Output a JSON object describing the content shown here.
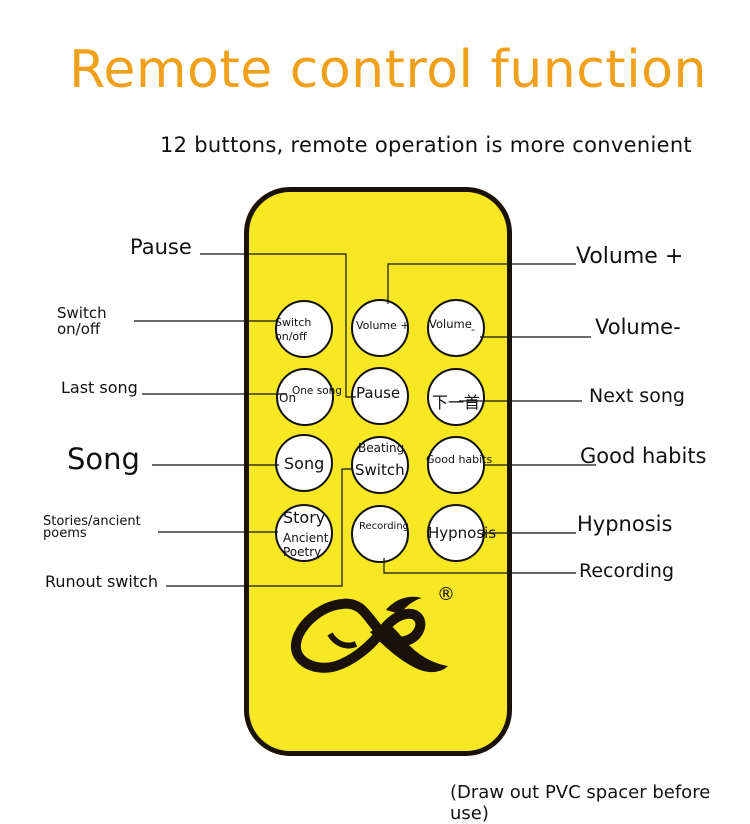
{
  "title": "Remote control function",
  "subtitle": "12 buttons, remote operation is more convenient",
  "footnote": "(Draw out PVC spacer before use)",
  "buttons": {
    "switch_line1": "Switch",
    "switch_line2": "on/off",
    "volume_plus": "Volume +",
    "volume_minus": "Volume",
    "volume_minus_sign": "-",
    "one_song_prefix": "On",
    "one_song": "One song",
    "pause": "Pause",
    "next": "下一首",
    "song": "Song",
    "beating": "Beating",
    "switch": "Switch",
    "good_habits": "Good habits",
    "story": "Story",
    "ancient": "Ancient",
    "poetry": "Poetry",
    "recording": "Recording",
    "hypnosis": "Hypnosis"
  },
  "callouts": {
    "pause": "Pause",
    "volume_plus": "Volume +",
    "switch_line1": "Switch",
    "switch_line2": "on/off",
    "volume_minus": "Volume-",
    "last_song": "Last song",
    "next_song": "Next song",
    "song": "Song",
    "good_habits": "Good habits",
    "stories_line1": "Stories/ancient",
    "stories_line2": "poems",
    "hypnosis": "Hypnosis",
    "recording": "Recording",
    "runout": "Runout switch"
  },
  "registered_mark": "®",
  "colors": {
    "title": "#f0a01a",
    "remote_body": "#f7e823",
    "remote_border": "#1a1208",
    "logo": "#1a1208"
  }
}
